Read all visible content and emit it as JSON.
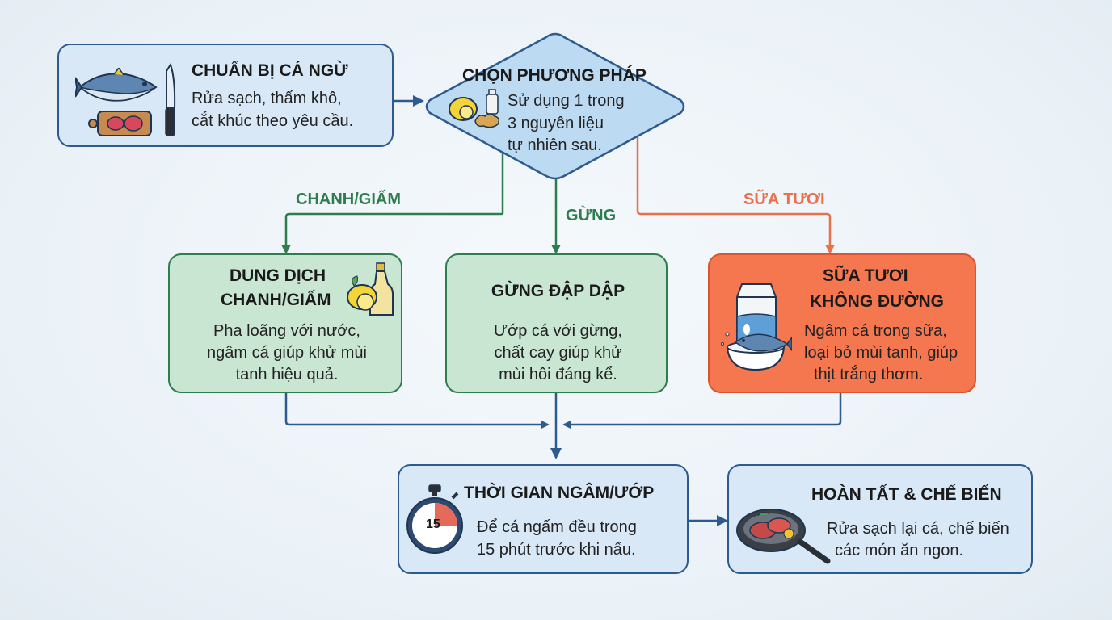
{
  "colors": {
    "blue_border": "#2e5b8f",
    "blue_fill": "#d8e8f6",
    "green_border": "#2e7d4f",
    "green_fill": "#c9e6d3",
    "orange_fill": "#f4774f",
    "orange_line": "#e8704a",
    "green_line": "#2e7d4f",
    "connector": "#2e5b8f"
  },
  "prepare": {
    "title": "CHUẨN BỊ CÁ NGỪ",
    "line1": "Rửa sạch, thấm khô,",
    "line2": "cắt khúc theo yêu cầu.",
    "icons": [
      "tuna-fish-icon",
      "cutting-board-icon",
      "knife-icon"
    ]
  },
  "choose": {
    "title": "CHỌN PHƯƠNG PHÁP",
    "line1": "Sử dụng 1 trong",
    "line2": "3 nguyên liệu",
    "line3": "tự nhiên sau.",
    "icons": [
      "lemon-icon",
      "bottle-icon",
      "ginger-icon"
    ]
  },
  "branches": {
    "lemon": "CHANH/GIẤM",
    "ginger": "GỪNG",
    "milk": "SỮA TƯƠI"
  },
  "lemon_box": {
    "title1": "DUNG DỊCH",
    "title2": "CHANH/GIẤM",
    "line1": "Pha loãng với nước,",
    "line2": "ngâm cá giúp khử mùi",
    "line3": "tanh hiệu quả.",
    "icons": [
      "lemon-vinegar-bottle-icon"
    ]
  },
  "ginger_box": {
    "title": "GỪNG ĐẬP DẬP",
    "line1": "Ướp cá với gừng,",
    "line2": "chất cay giúp khử",
    "line3": "mùi hôi đáng kể."
  },
  "milk_box": {
    "title1": "SỮA TƯƠI",
    "title2": "KHÔNG ĐƯỜNG",
    "line1": "Ngâm cá trong sữa,",
    "line2": "loại bỏ mùi tanh, giúp",
    "line3": "thịt trắng thơm.",
    "icons": [
      "milk-carton-icon",
      "fish-in-milk-bowl-icon"
    ]
  },
  "time_box": {
    "title": "THỜI GIAN NGÂM/ƯỚP",
    "line1": "Để cá ngấm đều trong",
    "line2": "15 phút trước khi nấu.",
    "timer_value": "15",
    "icons": [
      "stopwatch-icon"
    ]
  },
  "finish_box": {
    "title": "HOÀN TẤT & CHẾ BIẾN",
    "line1": "Rửa sạch lại cá, chế biến",
    "line2": "các món ăn ngon.",
    "icons": [
      "frying-pan-icon"
    ]
  }
}
